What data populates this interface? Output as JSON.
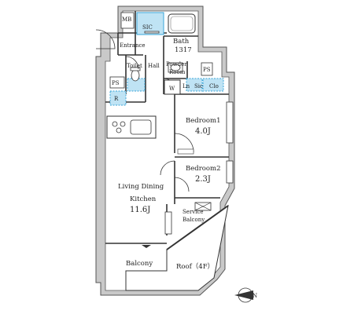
{
  "labels": {
    "mb": "MB",
    "sic": "SIC",
    "bath": "Bath",
    "bath_size": "1317",
    "entrance": "Entrance",
    "toilet": "Toilet",
    "hall": "Hall",
    "powder": "Powder",
    "powder_room": "Room",
    "ps_top": "PS",
    "ps_left": "PS",
    "r": "R",
    "w": "W",
    "ln": "Ln",
    "sic2": "Sic",
    "clo": "Clo",
    "bedroom1": "Bedroom1",
    "bedroom1_size": "4.0J",
    "bedroom2": "Bedroom2",
    "bedroom2_size": "2.3J",
    "living1": "Living Dining",
    "living2": "Kitchen",
    "living_size": "11.6J",
    "service1": "Service",
    "service2": "Balcony",
    "balcony": "Balcony",
    "roof": "Roof（4F）",
    "north": "N"
  },
  "colors": {
    "wall": "#c9c9c9",
    "wall_stroke": "#555555",
    "line": "#333333",
    "blue_fill": "#bfe3f4",
    "blue_stroke": "#3aa6d8",
    "roof_fill": "#ffffff"
  }
}
